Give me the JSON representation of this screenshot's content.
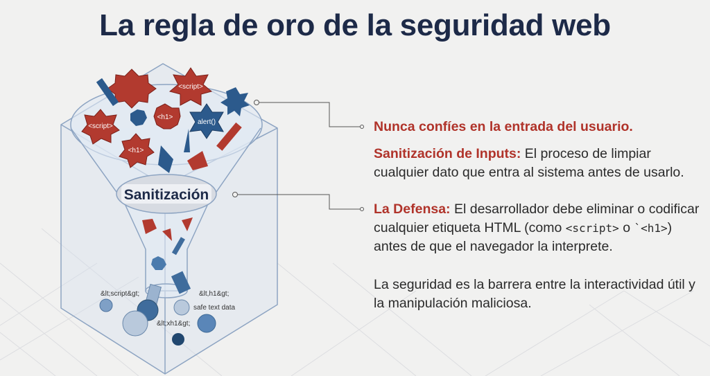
{
  "title": "La regla de oro de la seguridad web",
  "illustration": {
    "filter_label": "Sanitización",
    "input_tags": [
      "<script>",
      "<script>",
      "<h1>",
      "<h1>",
      "alert()"
    ],
    "output_labels": [
      "&lt;script&gt;",
      "&lt,h1&gt;",
      "safe text data",
      "&lt;xh1&gt;"
    ]
  },
  "points": {
    "headline": "Nunca confíes en la entrada del usuario.",
    "sanitization_label": "Sanitización de Inputs:",
    "sanitization_text": " El proceso de limpiar cualquier dato que entra al sistema antes de usarlo.",
    "defense_label": "La Defensa:",
    "defense_text_1": " El desarrollador debe eliminar o codificar cualquier etiqueta HTML (como ",
    "defense_code_1": "<script>",
    "defense_text_2": " o ",
    "defense_code_2": "`<h1>",
    "defense_text_3": ") antes de que el navegador la interprete.",
    "conclusion": "La seguridad es la barrera entre la interactividad útil y la manipulación maliciosa."
  },
  "colors": {
    "title": "#1d2a48",
    "accent_red": "#b0332a",
    "blue": "#2c5a8c"
  }
}
